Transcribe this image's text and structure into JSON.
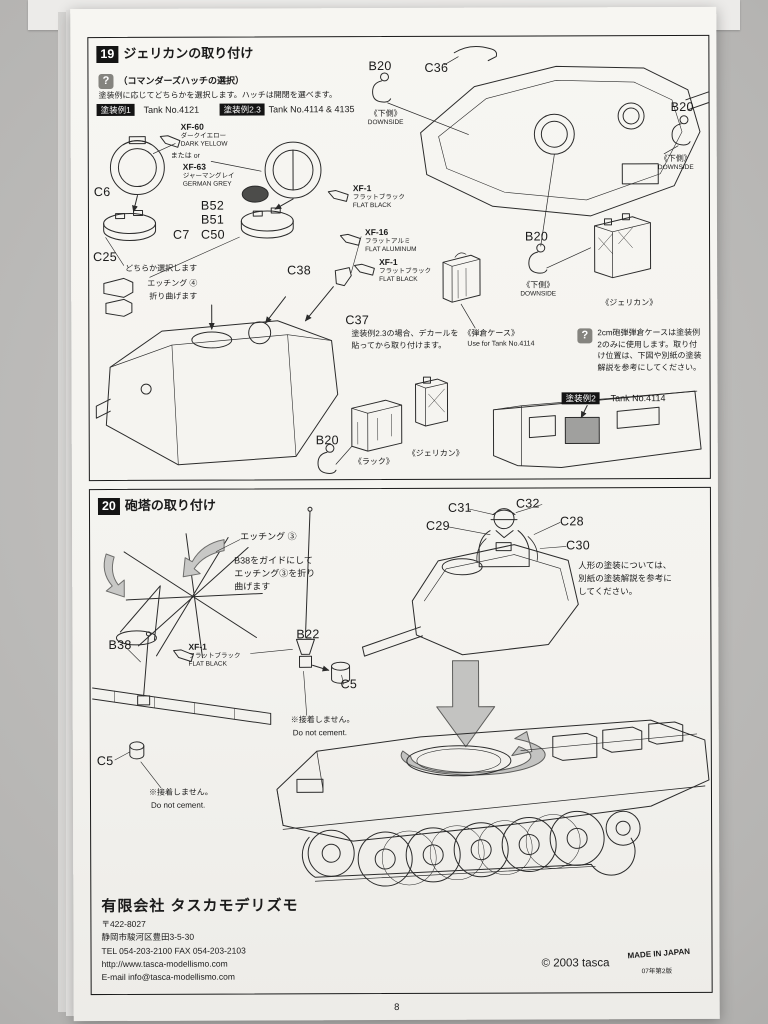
{
  "colors": {
    "badge_bg": "#141414",
    "paper": "#f6f5f1",
    "ink": "#1b1b1b"
  },
  "icons": {
    "question_mark": "?"
  },
  "page": {
    "number": "8"
  },
  "section19": {
    "step": "19",
    "title": "ジェリカンの取り付け",
    "hatch_choice": {
      "heading": "（コマンダーズハッチの選択）",
      "body": "塗装例に応じてどちらかを選択します。ハッチは開閉を選べます。",
      "example1_badge": "塗装例1",
      "example1_tank": "Tank No.4121",
      "example23_badge": "塗装例2.3",
      "example23_tank": "Tank No.4114 & 4135"
    },
    "paints": {
      "xf60_code": "XF-60",
      "xf60_jp": "ダークイエロー",
      "xf60_en": "DARK YELLOW",
      "or_label": "または or",
      "xf63_code": "XF-63",
      "xf63_jp": "ジャーマングレイ",
      "xf63_en": "GERMAN GREY",
      "xf1_code": "XF-1",
      "xf1_jp": "フラットブラック",
      "xf1_en": "FLAT BLACK",
      "xf16_code": "XF-16",
      "xf16_jp": "フラットアルミ",
      "xf16_en": "FLAT ALUMINUM"
    },
    "parts": {
      "c6": "C6",
      "c7": "C7",
      "b52": "B52",
      "b51": "B51",
      "c50": "C50",
      "c25": "C25",
      "c38": "C38",
      "c37": "C37",
      "c36": "C36",
      "b20": "B20"
    },
    "notes": {
      "choose_one": "どちらか選択します",
      "etching4": "エッチング ④",
      "fold": "折り曲げます",
      "c37_note": "塗装例2.3の場合、デカールを貼ってから取り付けます。",
      "downside_jp": "《下側》",
      "downside_en": "DOWNSIDE",
      "rack": "《ラック》",
      "jerrycan": "《ジェリカン》",
      "ammo_case": "《弾倉ケース》",
      "ammo_case_use": "Use for Tank No.4114",
      "ammo_note": "2cm砲弾弾倉ケースは塗装例2のみに使用します。取り付け位置は、下図や別紙の塗装解説を参考にしてください。",
      "example2_badge": "塗装例2",
      "example2_tank": "Tank No.4114"
    }
  },
  "section20": {
    "step": "20",
    "title": "砲塔の取り付け",
    "labels": {
      "etching3": "エッチング ③",
      "b38_guide_1": "B38をガイドにして",
      "b38_guide_2": "エッチング③を折り",
      "b38_guide_3": "曲げます",
      "b38": "B38",
      "b22": "B22",
      "c5": "C5",
      "xf1_code": "XF-1",
      "xf1_jp": "フラットブラック",
      "xf1_en": "FLAT BLACK",
      "no_cement_jp": "※接着しません。",
      "no_cement_en": "Do not cement.",
      "c31": "C31",
      "c32": "C32",
      "c29": "C29",
      "c28": "C28",
      "c30": "C30",
      "figure_note_1": "人形の塗装については、",
      "figure_note_2": "別紙の塗装解説を参考に",
      "figure_note_3": "してください。"
    }
  },
  "footer": {
    "company": "有限会社 タスカモデリズモ",
    "postal": "〒422-8027",
    "address": "静岡市駿河区豊田3-5-30",
    "tel_fax": "TEL 054-203-2100 FAX 054-203-2103",
    "url": "http://www.tasca-modellismo.com",
    "email": "E-mail info@tasca-modellismo.com",
    "copyright": "© 2003 tasca",
    "made_in": "MADE IN JAPAN",
    "edition": "07年第2版"
  }
}
